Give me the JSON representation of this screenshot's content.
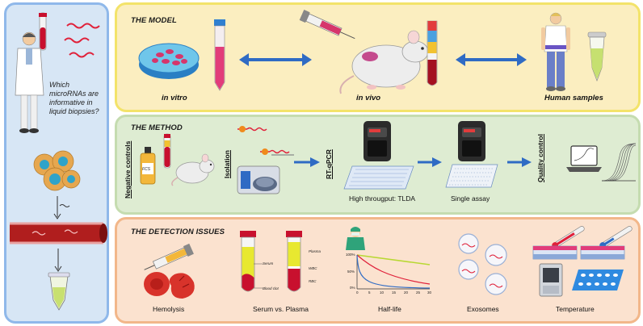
{
  "left": {
    "question": "Which microRNAs are informative in liquid biopsies?"
  },
  "model": {
    "title": "THE MODEL",
    "in_vitro": "in vitro",
    "in_vivo": "in vivo",
    "human": "Human samples"
  },
  "method": {
    "title": "THE METHOD",
    "negative_controls": "Negative controls",
    "fcs": "FCS",
    "isolation": "Isolation",
    "rtqpcr": "RT-qPCR",
    "high_throughput": "High througput: TLDA",
    "single_assay": "Single assay",
    "quality_control": "Quality control"
  },
  "issues": {
    "title": "THE DETECTION ISSUES",
    "hemolysis": "Hemolysis",
    "serum_plasma": "Serum vs. Plasma",
    "half_life": "Half-life",
    "exosomes": "Exosomes",
    "temperature": "Temperature",
    "serum": "Serum",
    "blood_clot": "Blood clot",
    "plasma": "Plasma",
    "wbc": "WBC",
    "rbc": "RBC",
    "y_ticks": [
      "100%",
      "50%",
      "0%"
    ],
    "x_ticks": [
      "0",
      "5",
      "10",
      "15",
      "20",
      "25",
      "30"
    ]
  },
  "colors": {
    "blue_arrow": "#2f6bc4",
    "red": "#c8102e",
    "yellow": "#e8e830"
  }
}
